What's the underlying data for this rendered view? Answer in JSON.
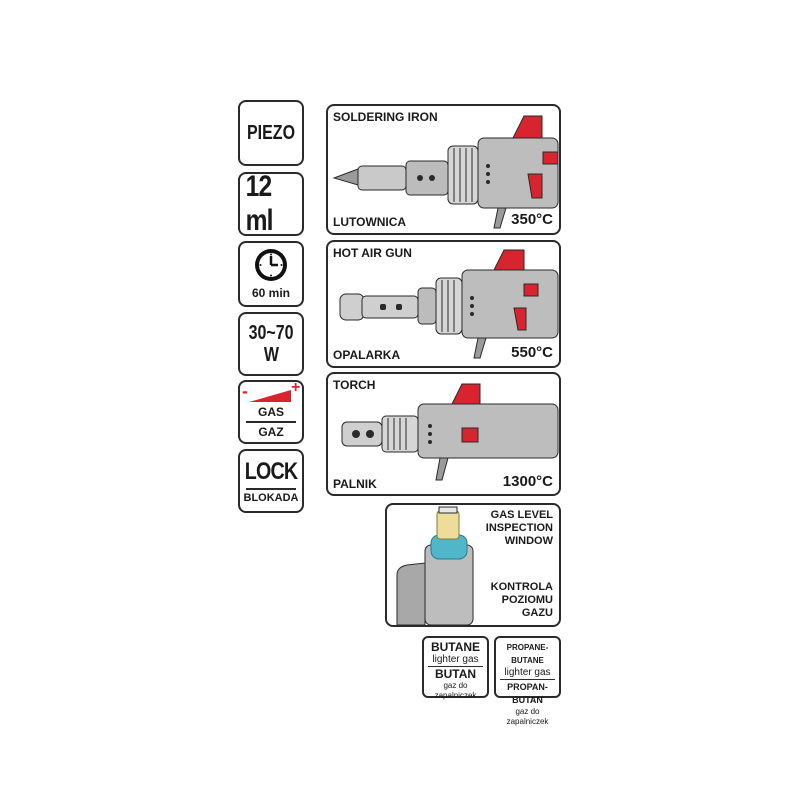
{
  "features": {
    "piezo": "PIEZO",
    "capacity": "12 ml",
    "runtime": "60 min",
    "power_top": "30~70",
    "power_bottom": "W",
    "gas_en": "GAS",
    "gas_pl": "GAZ",
    "lock_en": "LOCK",
    "lock_pl": "BLOKADA",
    "minus_sign": "-",
    "plus_sign": "+"
  },
  "modes": [
    {
      "title": "SOLDERING IRON",
      "subtitle": "LUTOWNICA",
      "temp": "350°C"
    },
    {
      "title": "HOT AIR GUN",
      "subtitle": "OPALARKA",
      "temp": "550°C"
    },
    {
      "title": "TORCH",
      "subtitle": "PALNIK",
      "temp": "1300°C"
    }
  ],
  "gas_window": {
    "en": [
      "GAS LEVEL",
      "INSPECTION",
      "WINDOW"
    ],
    "pl": [
      "KONTROLA",
      "POZIOMU",
      "GAZU"
    ]
  },
  "fuel": [
    {
      "name": "BUTANE",
      "desc": "lighter gas",
      "name_pl": "BUTAN",
      "desc_pl": "gaz do zapalniczek"
    },
    {
      "name": "PROPANE-BUTANE",
      "desc": "lighter gas",
      "name_pl": "PROPAN-BUTAN",
      "desc_pl": "gaz do zapalniczek"
    }
  ],
  "colors": {
    "accent_red": "#d8242e",
    "body_grey": "#b9b9b9",
    "outline": "#2a2a2a",
    "gas_blue": "#4fb7c9"
  }
}
